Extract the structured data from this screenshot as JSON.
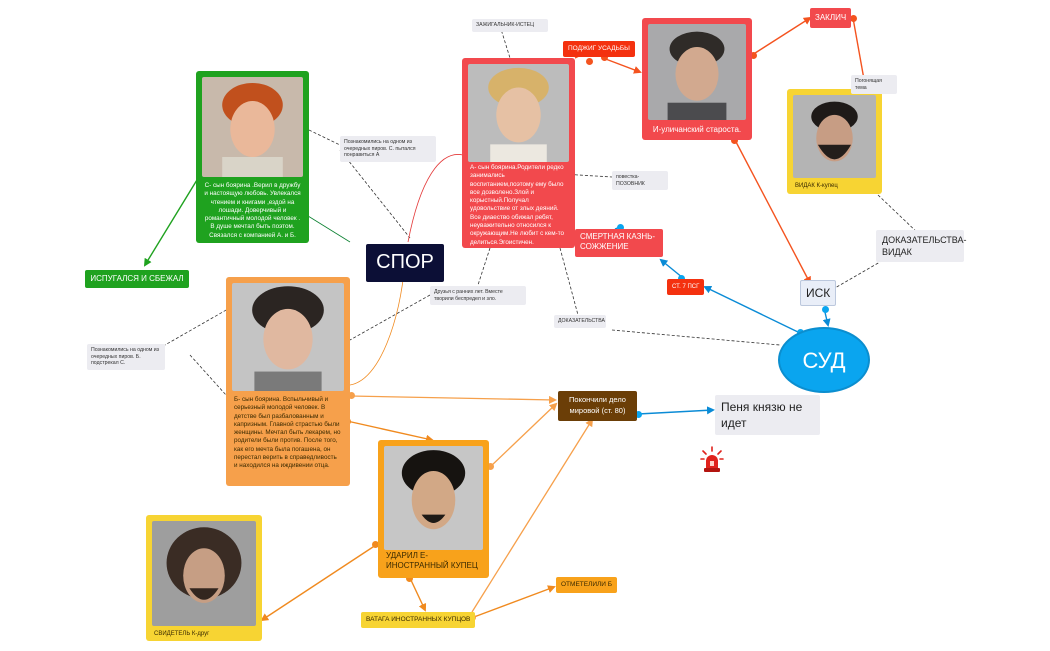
{
  "nodes": {
    "s_card_text": "С- сын боярина .Верил в дружбу и настоящую любовь. Увлекался чтением и книгами ,ездой на лошади. Доверчивый и романтичный молодой человек . В душе мечтал быть поэтом. Связался с компанией А. и Б.",
    "a_card_text": "А- сын боярина.Родители редко занимались воспитанием,поэтому ему было все дозволено.Злой и корыстный.Получал удовольствие от злых деяний. Все диаество обижал ребят, неуважительно относился к окружающим.Не любит с кем-то делиться.Эгоистичен.",
    "b_card_text": "Б- сын боярина. Вспыльчивый и серьезный молодой человек. В детстве был разбалованным и капризным. Главной страстью были женщины. Мечтал быть лекарем, но родители были против. После того, как его мечта была погашена, он перестал верить в справедливость и находился на иждивении отца.",
    "i_card_text": "И-уличанский староста.",
    "vidak_card_text": "ВИДАК К-купец",
    "e_card_text": "УДАРИЛ Е- ИНОСТРАННЫЙ КУПЕЦ",
    "k_card_text": "СВИДЕТЕЛЬ К-друг",
    "spor": "СПОР",
    "sud": "СУД",
    "isk": "ИСК",
    "zaklich": "ЗАКЛИЧ",
    "podzhog": "ПОДЖИГ УСАДЬБЫ",
    "kazn": "СМЕРТНАЯ КАЗНЬ- СОЖЖЕНИЕ",
    "st7": "СТ. 7 ПСГ",
    "ispugalsya": "ИСПУГАЛСЯ И СБЕЖАЛ",
    "pokonchili": "Покончили дело мировой (ст. 80)",
    "penya": "Пеня князю не идет",
    "vataga": "ВАТАГА ИНОСТРАННЫХ КУПЦОВ",
    "otmetelili": "ОТМЕТЕЛИЛИ Б",
    "dokazatelstva_vidak": "ДОКАЗАТЕЛЬСТВА- ВИДАК"
  },
  "notes": {
    "zazhigalnik": "ЗАЖИГАЛЬНИК-ИСТЕЦ",
    "poznak_s": "Познакомились на одном из очередных пиров. С. пытался понравиться А",
    "povestka": "повестка-ПОЗОВНИК",
    "druzya": "Друзья с ранних лет. Вместе творили беспредел и зло.",
    "dokazatelstva": "ДОКАЗАТЕЛЬСТВА",
    "poznak_b": "Познакомились на одном из очередных пиров. Б. подстрекал С.",
    "pogonyayushchaya": "Погонящая тема"
  },
  "colors": {
    "green": "#1fa21f",
    "red": "#f2494d",
    "orange": "#f6a04b",
    "orange_dark": "#f08a1f",
    "yellow": "#f7d433",
    "brown": "#6b3e07",
    "blue": "#0aa5ef",
    "navy": "#0c0f36",
    "orange_red": "#f4531f"
  },
  "icons": [
    "siren-icon"
  ]
}
